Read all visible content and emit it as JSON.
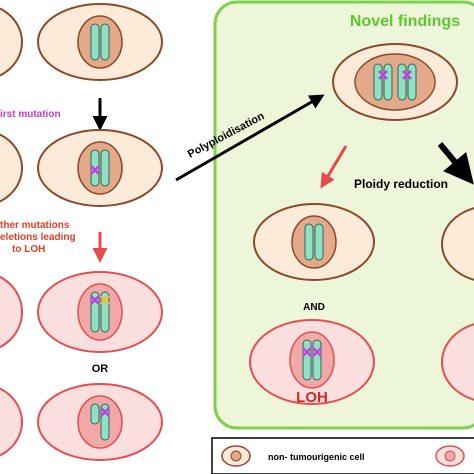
{
  "panel": {
    "title": "Novel findings"
  },
  "labels": {
    "first_mutation": "irst mutation",
    "further_line1": "ther mutations",
    "further_line2": "eletions leading",
    "further_line3": "to LOH",
    "polyploidisation": "Polyploidisation",
    "ploidy_reduction": "Ploidy reduction",
    "and": "AND",
    "or": "OR",
    "loh": "LOH"
  },
  "legend": {
    "non_tumourigenic": "non- tumourigenic cell"
  },
  "colors": {
    "panel_fill": "#eef6d9",
    "panel_border": "#7fd04a",
    "normal_cell_fill": "#fcebd8",
    "normal_cell_border": "#8a4a2a",
    "normal_nucleus_fill": "#e4a98a",
    "tumour_cell_fill": "#fbdede",
    "tumour_cell_border": "#e05050",
    "tumour_nucleus_fill": "#f3a8a8",
    "chromosome_fill": "#8fe0c4",
    "mutation_magenta": "#c040e0",
    "mutation_yellow": "#f0c040",
    "arrow_red": "#e84a4a",
    "title_green": "#5cc82e",
    "first_mutation_text": "#c040c0",
    "further_text": "#e0402a",
    "loh_text": "#d02a2a"
  }
}
